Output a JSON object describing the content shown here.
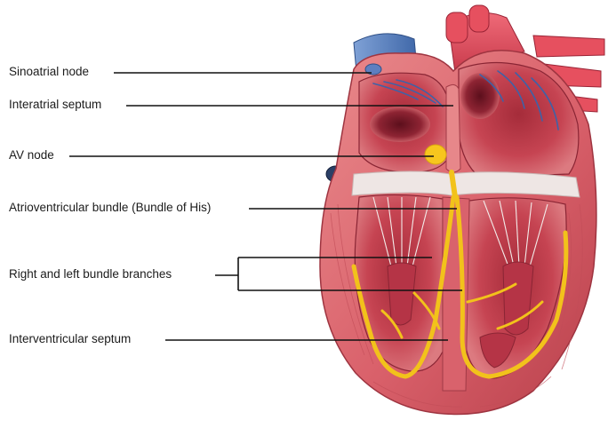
{
  "labels": {
    "sinoatrial_node": "Sinoatrial node",
    "interatrial_septum": "Interatrial septum",
    "av_node": "AV node",
    "av_bundle": "Atrioventricular bundle (Bundle of His)",
    "bundle_branches": "Right and left bundle branches",
    "interventricular_septum": "Interventricular septum"
  },
  "colors": {
    "myocardium": "#d9606a",
    "chamber": "#c8434f",
    "conduction": "#f2c21b",
    "aorta": "#e0455a",
    "vena_cava": "#5e86c4",
    "valve": "#eee6e4"
  }
}
